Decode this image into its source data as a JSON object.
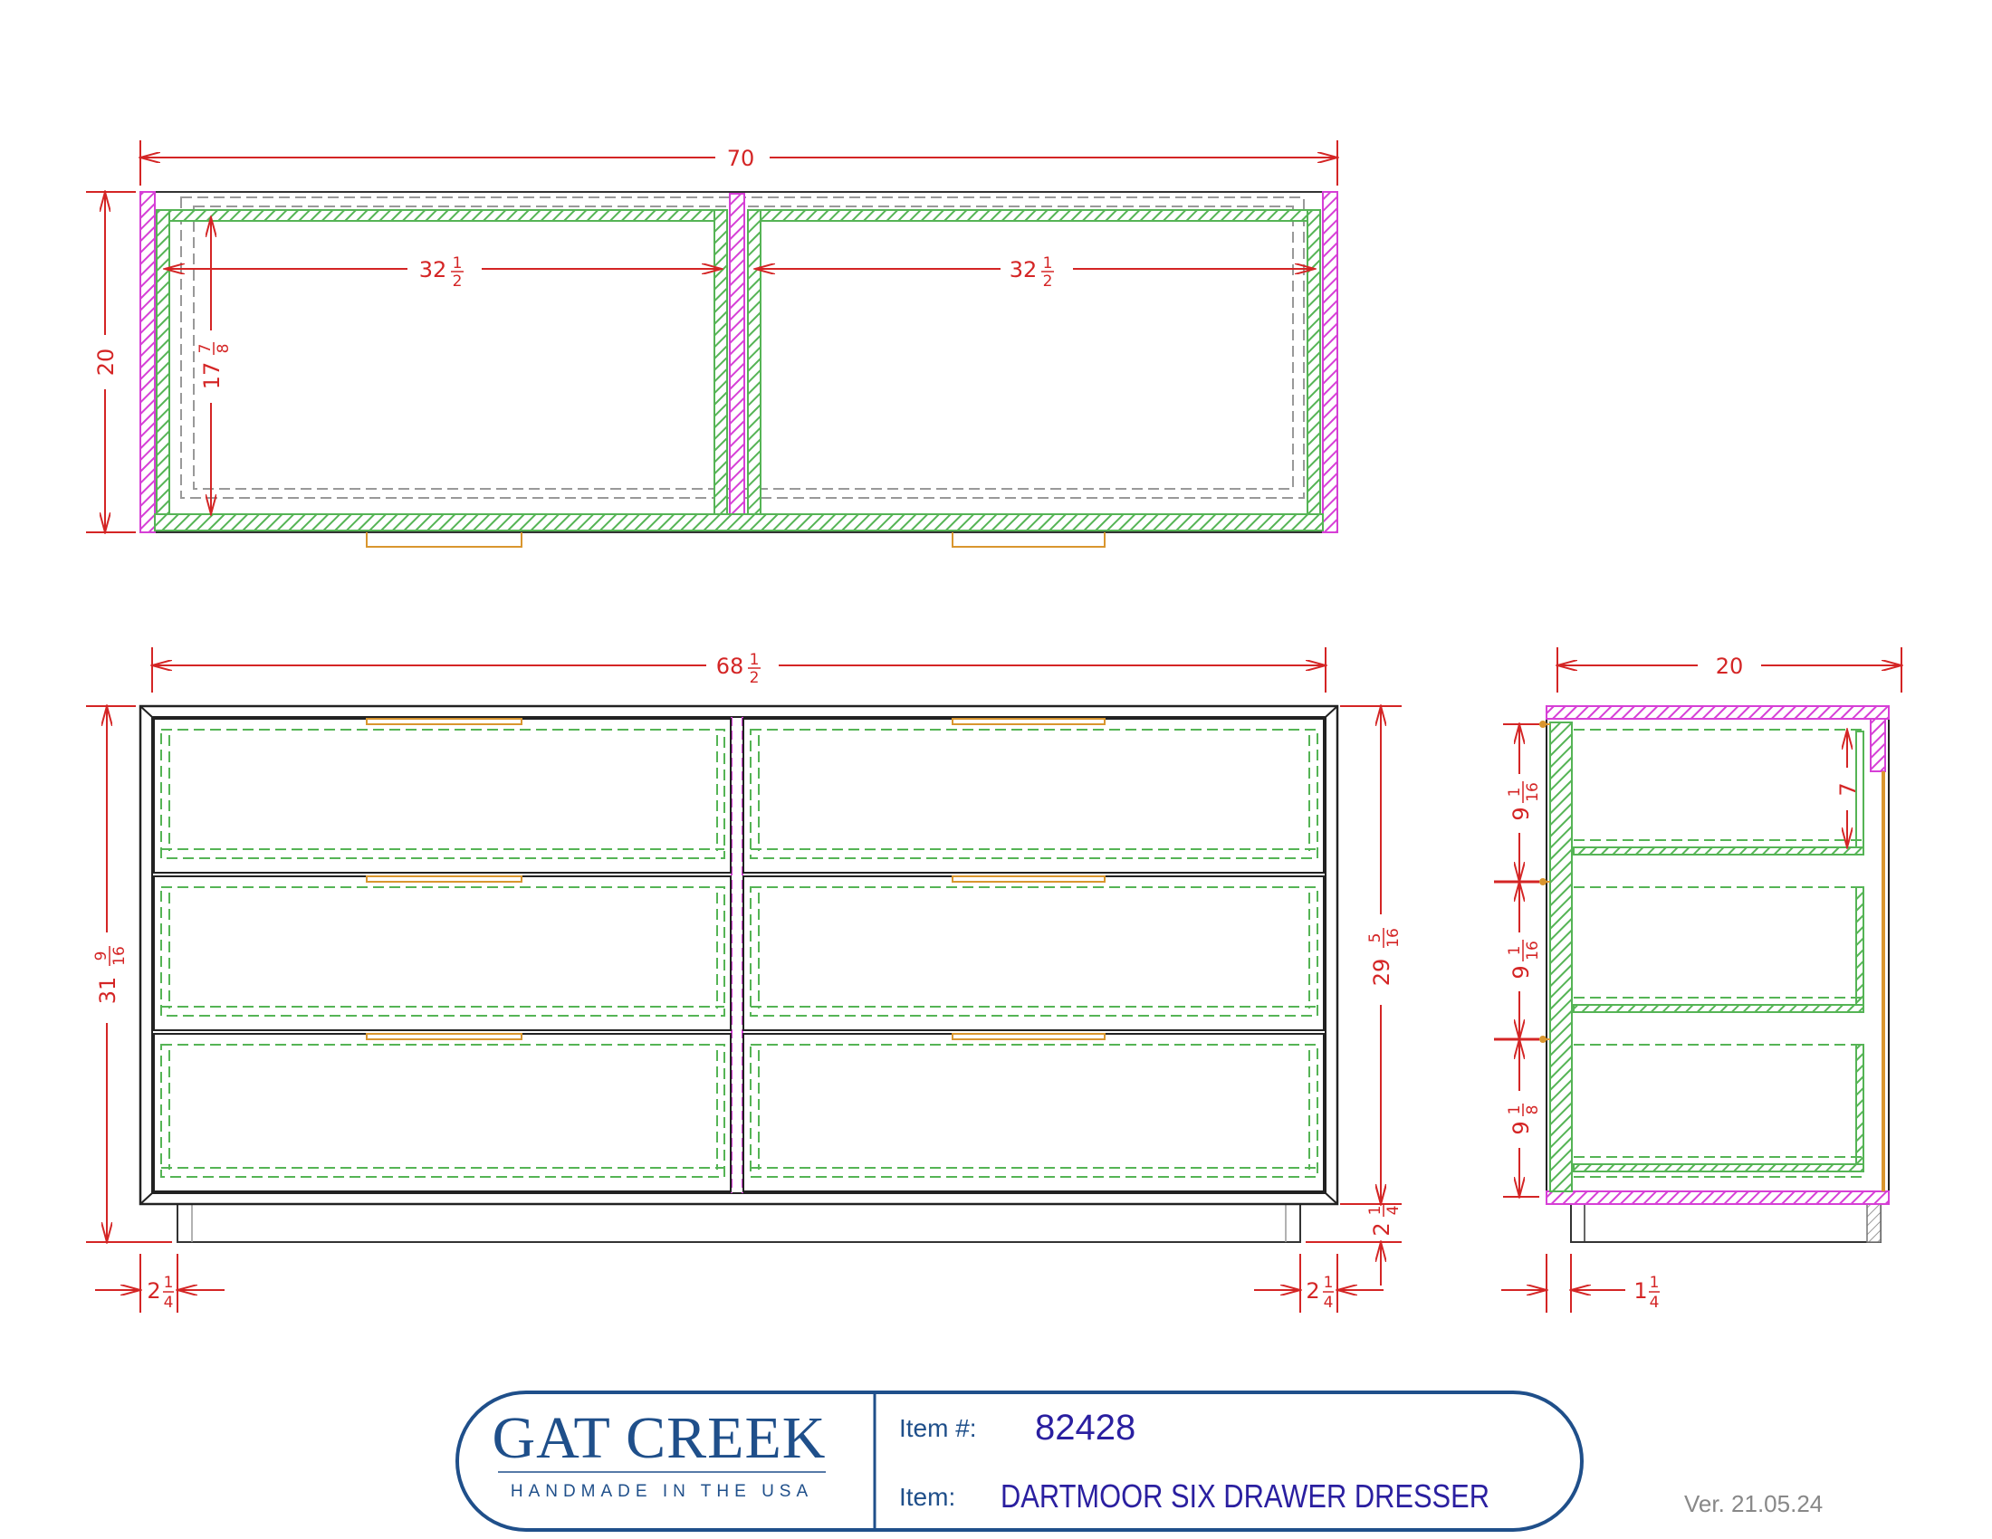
{
  "title_block": {
    "logo_main": "GAT CREEK",
    "logo_sub": "HANDMADE IN THE USA",
    "item_no_label": "Item #:",
    "item_no": "82428",
    "item_label": "Item:",
    "item_name": "DARTMOOR SIX DRAWER DRESSER",
    "version": "Ver. 21.05.24"
  },
  "dimensions": {
    "top_width": "70",
    "top_depth": "20",
    "top_left_inner": {
      "whole": "32",
      "num": "1",
      "den": "2"
    },
    "top_right_inner": {
      "whole": "32",
      "num": "1",
      "den": "2"
    },
    "top_inner_depth": {
      "whole": "17",
      "num": "7",
      "den": "8"
    },
    "front_width": {
      "whole": "68",
      "num": "1",
      "den": "2"
    },
    "front_total_height": {
      "whole": "31",
      "num": "9",
      "den": "16"
    },
    "front_case_height": {
      "whole": "29",
      "num": "5",
      "den": "16"
    },
    "base_height": {
      "whole": "2",
      "num": "1",
      "den": "4"
    },
    "left_setback": {
      "whole": "2",
      "num": "1",
      "den": "4"
    },
    "right_setback": {
      "whole": "2",
      "num": "1",
      "den": "4"
    },
    "side_depth": "20",
    "drawer_1": {
      "whole": "9",
      "num": "1",
      "den": "16"
    },
    "drawer_2": {
      "whole": "9",
      "num": "1",
      "den": "16"
    },
    "drawer_3": {
      "whole": "9",
      "num": "1",
      "den": "8"
    },
    "inner_height": "7",
    "side_setback": {
      "whole": "1",
      "num": "1",
      "den": "4"
    }
  },
  "colors": {
    "dimension": "#d42525",
    "green_panel": "#55b455",
    "magenta_panel": "#d63fd6",
    "hardware": "#d9962e",
    "brand": "#1f4f8a"
  }
}
